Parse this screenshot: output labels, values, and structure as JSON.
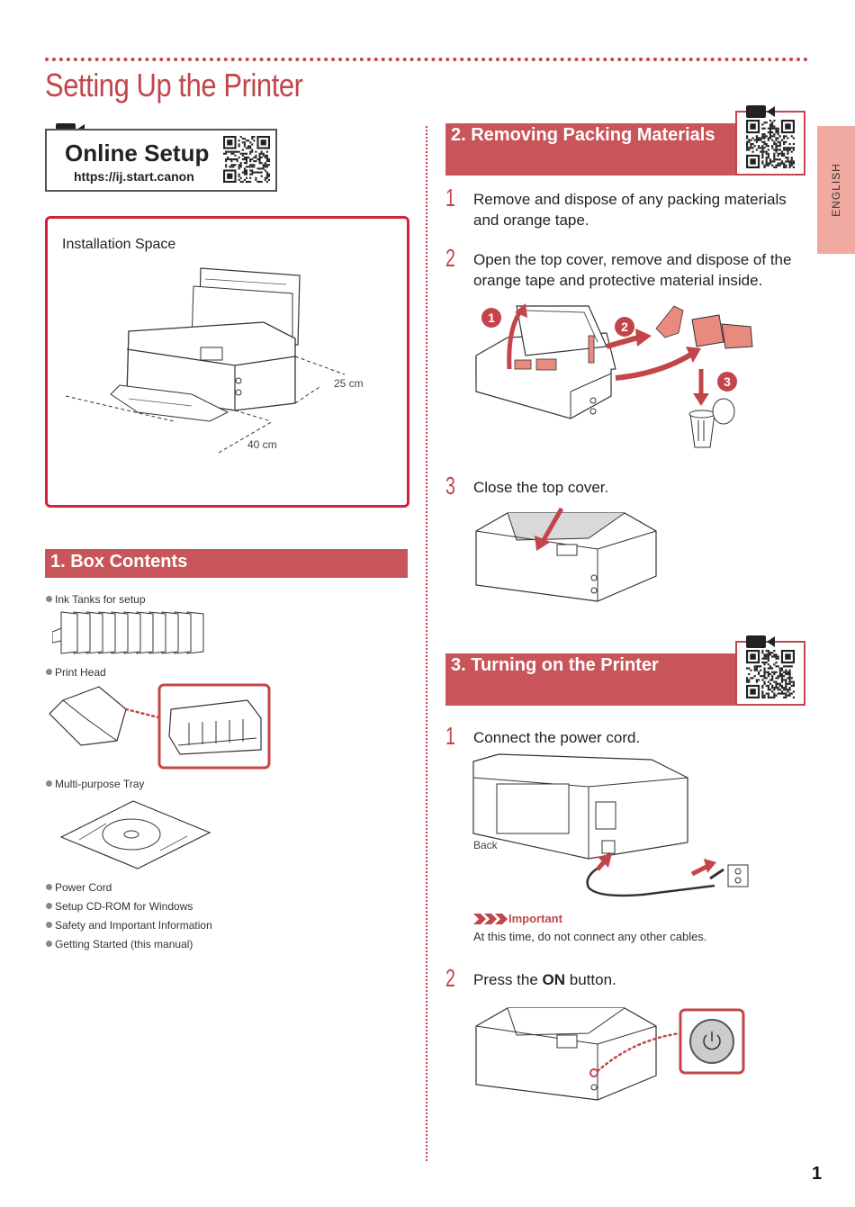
{
  "page": {
    "title": "Setting Up the Printer",
    "page_number": "1",
    "language_tab": "ENGLISH"
  },
  "online_setup": {
    "title": "Online Setup",
    "url": "https://ij.start.canon"
  },
  "installation": {
    "label": "Installation Space",
    "dim_side": "25 cm",
    "dim_front": "40 cm"
  },
  "box_contents": {
    "heading": "1. Box Contents",
    "items": [
      "Ink Tanks for setup",
      "Print Head",
      "Multi-purpose Tray",
      "Power Cord",
      "Setup CD-ROM for Windows",
      "Safety and Important Information",
      "Getting Started (this manual)"
    ]
  },
  "packing": {
    "heading": "2. Removing Packing Materials",
    "steps": [
      {
        "num": "1",
        "text": "Remove and dispose of any packing materials and orange tape."
      },
      {
        "num": "2",
        "text": "Open the top cover, remove and dispose of the orange tape and protective material inside."
      },
      {
        "num": "3",
        "text": "Close the top cover."
      }
    ],
    "callouts": [
      "1",
      "2",
      "3"
    ]
  },
  "power": {
    "heading": "3. Turning on the Printer",
    "step1": {
      "num": "1",
      "text": "Connect the power cord."
    },
    "back_label": "Back",
    "important_label": "Important",
    "important_text": "At this time, do not connect any other cables.",
    "step2": {
      "num": "2",
      "text_before": "Press the ",
      "text_bold": "ON",
      "text_after": " button."
    }
  },
  "colors": {
    "accent": "#c3454a",
    "section_bar": "#c8555a",
    "box_border": "#d0243a",
    "lang_tab": "#f0aaa1",
    "orange_tape": "#e88a7e"
  }
}
